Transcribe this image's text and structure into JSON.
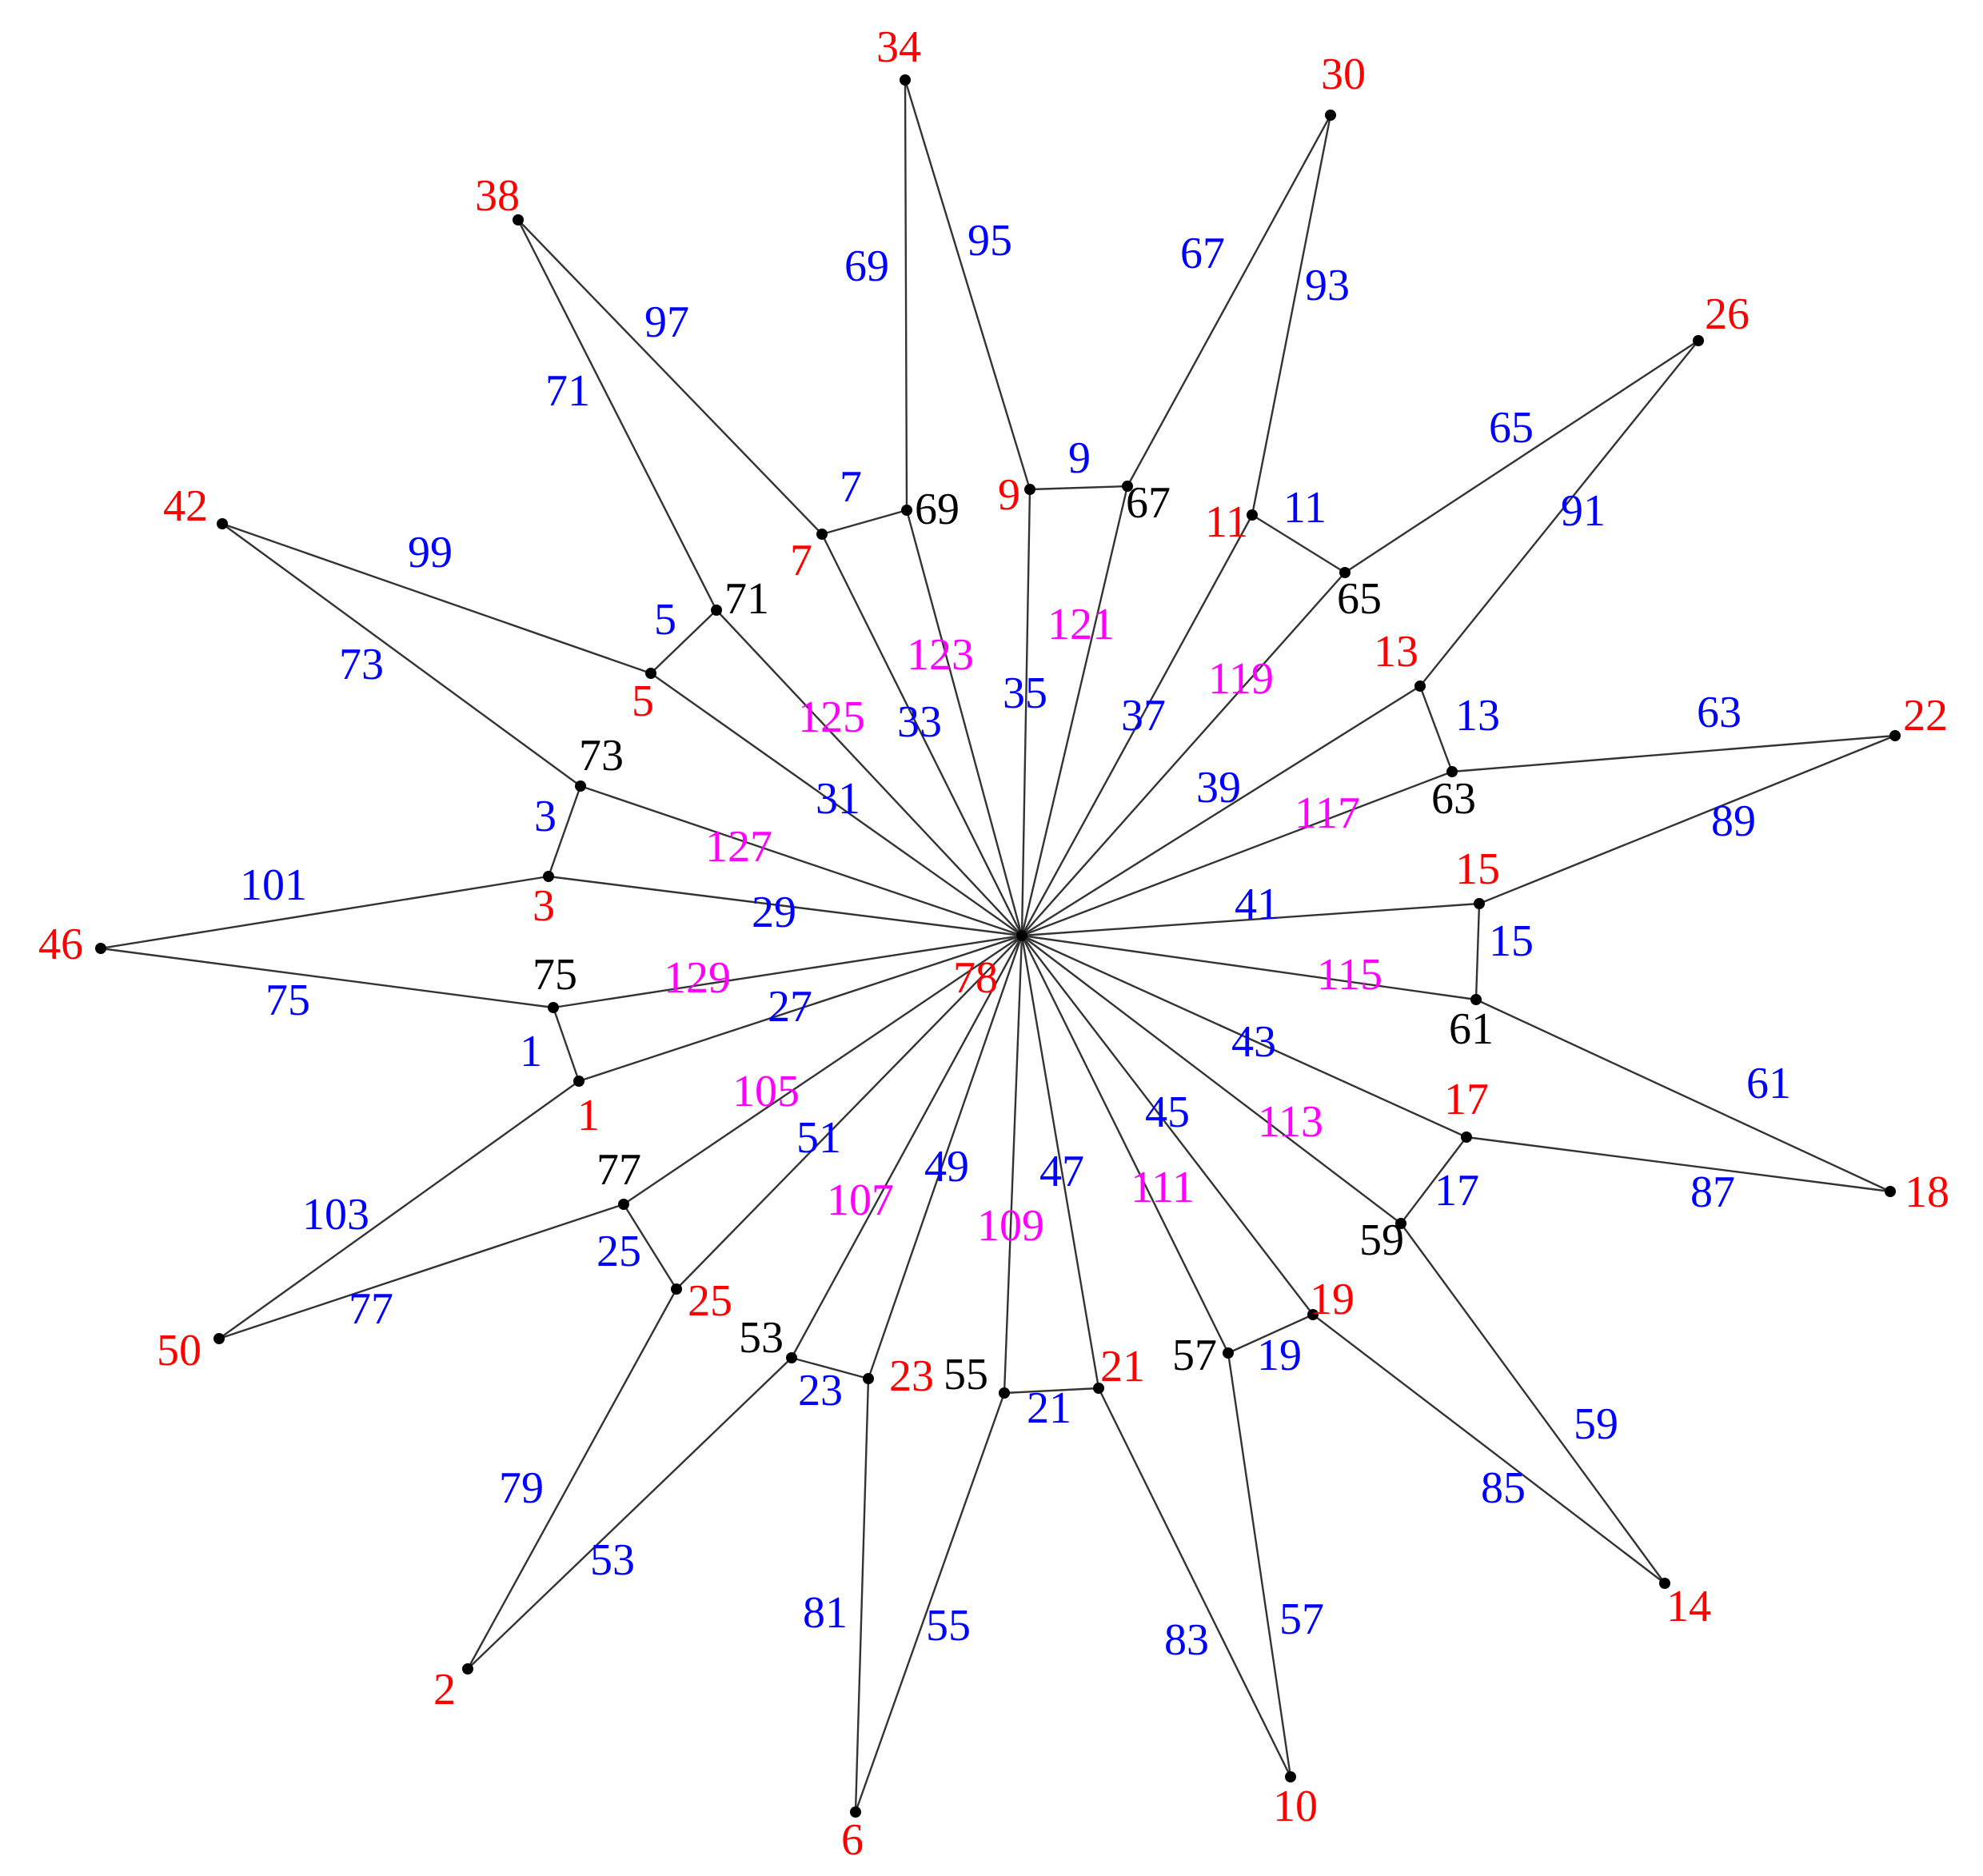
{
  "colors": {
    "red": "#ff0000",
    "black": "#000000",
    "blue": "#0000ff",
    "magenta": "#ff00ff",
    "edge": "#333333"
  },
  "nodes": [
    {
      "id": 1,
      "text": "1",
      "color": "red"
    },
    {
      "id": 2,
      "text": "2",
      "color": "red"
    },
    {
      "id": 3,
      "text": "3",
      "color": "red"
    },
    {
      "id": 5,
      "text": "5",
      "color": "red"
    },
    {
      "id": 6,
      "text": "6",
      "color": "red"
    },
    {
      "id": 7,
      "text": "7",
      "color": "red"
    },
    {
      "id": 9,
      "text": "9",
      "color": "red"
    },
    {
      "id": 10,
      "text": "10",
      "color": "red"
    },
    {
      "id": 11,
      "text": "11",
      "color": "red"
    },
    {
      "id": 13,
      "text": "13",
      "color": "red"
    },
    {
      "id": 14,
      "text": "14",
      "color": "red"
    },
    {
      "id": 15,
      "text": "15",
      "color": "red"
    },
    {
      "id": 17,
      "text": "17",
      "color": "red"
    },
    {
      "id": 18,
      "text": "18",
      "color": "red"
    },
    {
      "id": 19,
      "text": "19",
      "color": "red"
    },
    {
      "id": 21,
      "text": "21",
      "color": "red"
    },
    {
      "id": 22,
      "text": "22",
      "color": "red"
    },
    {
      "id": 23,
      "text": "23",
      "color": "red"
    },
    {
      "id": 25,
      "text": "25",
      "color": "red"
    },
    {
      "id": 26,
      "text": "26",
      "color": "red"
    },
    {
      "id": 30,
      "text": "30",
      "color": "red"
    },
    {
      "id": 34,
      "text": "34",
      "color": "red"
    },
    {
      "id": 38,
      "text": "38",
      "color": "red"
    },
    {
      "id": 42,
      "text": "42",
      "color": "red"
    },
    {
      "id": 46,
      "text": "46",
      "color": "red"
    },
    {
      "id": 50,
      "text": "50",
      "color": "red"
    },
    {
      "id": 53,
      "text": "53",
      "color": "black"
    },
    {
      "id": 55,
      "text": "55",
      "color": "black"
    },
    {
      "id": 57,
      "text": "57",
      "color": "black"
    },
    {
      "id": 59,
      "text": "59",
      "color": "black"
    },
    {
      "id": 61,
      "text": "61",
      "color": "black"
    },
    {
      "id": 63,
      "text": "63",
      "color": "black"
    },
    {
      "id": 65,
      "text": "65",
      "color": "black"
    },
    {
      "id": 67,
      "text": "67",
      "color": "black"
    },
    {
      "id": 69,
      "text": "69",
      "color": "black"
    },
    {
      "id": 71,
      "text": "71",
      "color": "black"
    },
    {
      "id": 73,
      "text": "73",
      "color": "black"
    },
    {
      "id": 75,
      "text": "75",
      "color": "black"
    },
    {
      "id": 77,
      "text": "77",
      "color": "black"
    },
    {
      "id": 78,
      "text": "78",
      "color": "red"
    }
  ],
  "edges": [
    {
      "from": 1,
      "to": 75,
      "label": "1",
      "color": "blue"
    },
    {
      "from": 3,
      "to": 73,
      "label": "3",
      "color": "blue"
    },
    {
      "from": 5,
      "to": 71,
      "label": "5",
      "color": "blue"
    },
    {
      "from": 7,
      "to": 69,
      "label": "7",
      "color": "blue"
    },
    {
      "from": 9,
      "to": 67,
      "label": "9",
      "color": "blue"
    },
    {
      "from": 11,
      "to": 65,
      "label": "11",
      "color": "blue"
    },
    {
      "from": 13,
      "to": 63,
      "label": "13",
      "color": "blue"
    },
    {
      "from": 15,
      "to": 61,
      "label": "15",
      "color": "blue"
    },
    {
      "from": 17,
      "to": 59,
      "label": "17",
      "color": "blue"
    },
    {
      "from": 19,
      "to": 57,
      "label": "19",
      "color": "blue"
    },
    {
      "from": 21,
      "to": 55,
      "label": "21",
      "color": "blue"
    },
    {
      "from": 23,
      "to": 53,
      "label": "23",
      "color": "blue"
    },
    {
      "from": 25,
      "to": 77,
      "label": "25",
      "color": "blue"
    },
    {
      "from": 1,
      "to": 78,
      "label": "27",
      "color": "blue"
    },
    {
      "from": 3,
      "to": 78,
      "label": "29",
      "color": "blue"
    },
    {
      "from": 5,
      "to": 78,
      "label": "31",
      "color": "blue"
    },
    {
      "from": 7,
      "to": 78,
      "label": "33",
      "color": "blue"
    },
    {
      "from": 9,
      "to": 78,
      "label": "35",
      "color": "blue"
    },
    {
      "from": 11,
      "to": 78,
      "label": "37",
      "color": "blue"
    },
    {
      "from": 13,
      "to": 78,
      "label": "39",
      "color": "blue"
    },
    {
      "from": 15,
      "to": 78,
      "label": "41",
      "color": "blue"
    },
    {
      "from": 17,
      "to": 78,
      "label": "43",
      "color": "blue"
    },
    {
      "from": 19,
      "to": 78,
      "label": "45",
      "color": "blue"
    },
    {
      "from": 21,
      "to": 78,
      "label": "47",
      "color": "blue"
    },
    {
      "from": 23,
      "to": 78,
      "label": "49",
      "color": "blue"
    },
    {
      "from": 25,
      "to": 78,
      "label": "51",
      "color": "blue"
    },
    {
      "from": 53,
      "to": 2,
      "label": "53",
      "color": "blue"
    },
    {
      "from": 55,
      "to": 6,
      "label": "55",
      "color": "blue"
    },
    {
      "from": 57,
      "to": 10,
      "label": "57",
      "color": "blue"
    },
    {
      "from": 59,
      "to": 14,
      "label": "59",
      "color": "blue"
    },
    {
      "from": 61,
      "to": 18,
      "label": "61",
      "color": "blue"
    },
    {
      "from": 63,
      "to": 22,
      "label": "63",
      "color": "blue"
    },
    {
      "from": 65,
      "to": 26,
      "label": "65",
      "color": "blue"
    },
    {
      "from": 67,
      "to": 30,
      "label": "67",
      "color": "blue"
    },
    {
      "from": 69,
      "to": 34,
      "label": "69",
      "color": "blue"
    },
    {
      "from": 71,
      "to": 38,
      "label": "71",
      "color": "blue"
    },
    {
      "from": 73,
      "to": 42,
      "label": "73",
      "color": "blue"
    },
    {
      "from": 75,
      "to": 46,
      "label": "75",
      "color": "blue"
    },
    {
      "from": 77,
      "to": 50,
      "label": "77",
      "color": "blue"
    },
    {
      "from": 25,
      "to": 2,
      "label": "79",
      "color": "blue"
    },
    {
      "from": 23,
      "to": 6,
      "label": "81",
      "color": "blue"
    },
    {
      "from": 21,
      "to": 10,
      "label": "83",
      "color": "blue"
    },
    {
      "from": 19,
      "to": 14,
      "label": "85",
      "color": "blue"
    },
    {
      "from": 17,
      "to": 18,
      "label": "87",
      "color": "blue"
    },
    {
      "from": 15,
      "to": 22,
      "label": "89",
      "color": "blue"
    },
    {
      "from": 13,
      "to": 26,
      "label": "91",
      "color": "blue"
    },
    {
      "from": 11,
      "to": 30,
      "label": "93",
      "color": "blue"
    },
    {
      "from": 9,
      "to": 34,
      "label": "95",
      "color": "blue"
    },
    {
      "from": 7,
      "to": 38,
      "label": "97",
      "color": "blue"
    },
    {
      "from": 5,
      "to": 42,
      "label": "99",
      "color": "blue"
    },
    {
      "from": 3,
      "to": 46,
      "label": "101",
      "color": "blue"
    },
    {
      "from": 1,
      "to": 50,
      "label": "103",
      "color": "blue"
    },
    {
      "from": 77,
      "to": 78,
      "label": "105",
      "color": "magenta"
    },
    {
      "from": 53,
      "to": 78,
      "label": "107",
      "color": "magenta"
    },
    {
      "from": 55,
      "to": 78,
      "label": "109",
      "color": "magenta"
    },
    {
      "from": 57,
      "to": 78,
      "label": "111",
      "color": "magenta"
    },
    {
      "from": 59,
      "to": 78,
      "label": "113",
      "color": "magenta"
    },
    {
      "from": 61,
      "to": 78,
      "label": "115",
      "color": "magenta"
    },
    {
      "from": 63,
      "to": 78,
      "label": "117",
      "color": "magenta"
    },
    {
      "from": 65,
      "to": 78,
      "label": "119",
      "color": "magenta"
    },
    {
      "from": 67,
      "to": 78,
      "label": "121",
      "color": "magenta"
    },
    {
      "from": 69,
      "to": 78,
      "label": "123",
      "color": "magenta"
    },
    {
      "from": 71,
      "to": 78,
      "label": "125",
      "color": "magenta"
    },
    {
      "from": 73,
      "to": 78,
      "label": "127",
      "color": "magenta"
    },
    {
      "from": 75,
      "to": 78,
      "label": "129",
      "color": "magenta"
    }
  ]
}
